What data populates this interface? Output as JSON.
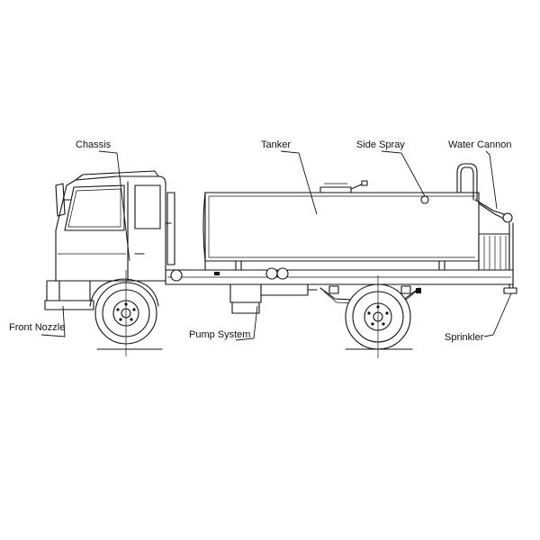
{
  "labels": {
    "chassis": "Chassis",
    "tanker": "Tanker",
    "side_spray": "Side Spray",
    "water_cannon": "Water Cannon",
    "front_nozzle": "Front Nozzle",
    "pump_system": "Pump System",
    "sprinkler": "Sprinkler"
  },
  "colors": {
    "line": "#111111",
    "background": "#ffffff"
  }
}
